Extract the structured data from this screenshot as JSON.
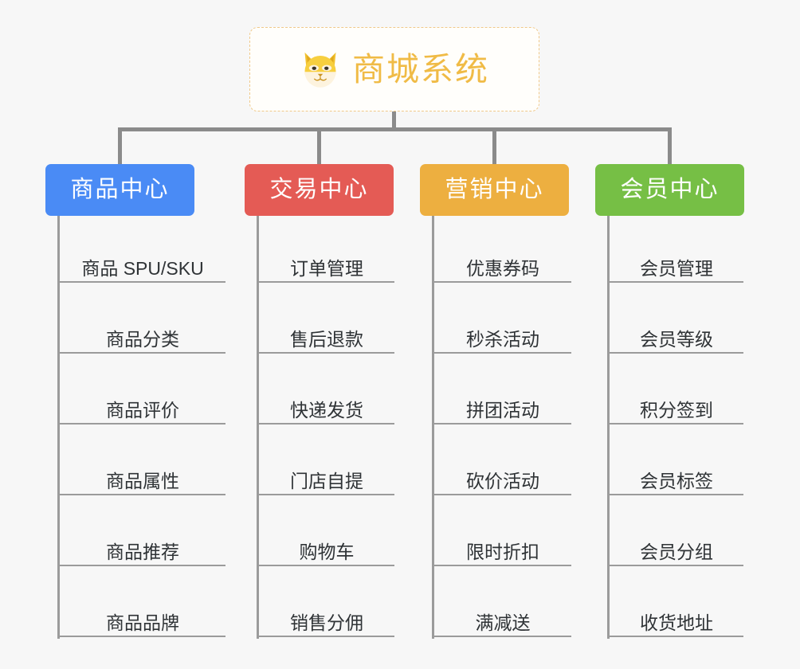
{
  "diagram": {
    "type": "org-tree",
    "background_color": "#f7f7f7",
    "connector_color": "#8b8b8b"
  },
  "root": {
    "icon": "shiba-dog-face-icon",
    "title": "商城系统",
    "text_color": "#f0bb46",
    "border_color": "#f0c98a",
    "background_color": "#fffefb"
  },
  "categories": [
    {
      "label": "商品中心",
      "color": "#4a8bf5",
      "items": [
        "商品 SPU/SKU",
        "商品分类",
        "商品评价",
        "商品属性",
        "商品推荐",
        "商品品牌"
      ]
    },
    {
      "label": "交易中心",
      "color": "#e45b55",
      "items": [
        "订单管理",
        "售后退款",
        "快递发货",
        "门店自提",
        "购物车",
        "销售分佣"
      ]
    },
    {
      "label": "营销中心",
      "color": "#edaf40",
      "items": [
        "优惠券码",
        "秒杀活动",
        "拼团活动",
        "砍价活动",
        "限时折扣",
        "满减送"
      ]
    },
    {
      "label": "会员中心",
      "color": "#76bf45",
      "items": [
        "会员管理",
        "会员等级",
        "积分签到",
        "会员标签",
        "会员分组",
        "收货地址"
      ]
    }
  ]
}
